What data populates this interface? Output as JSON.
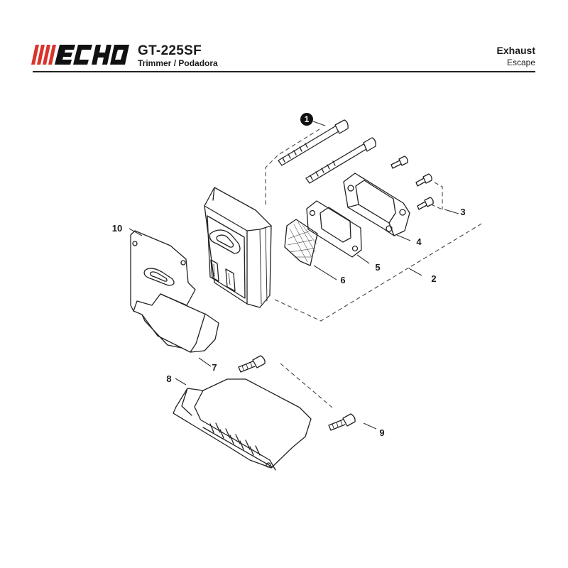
{
  "brand": {
    "name": "ECHO",
    "color": "#d9342b"
  },
  "header": {
    "model": "GT-225SF",
    "subtitle": "Trimmer / Podadora",
    "section": "Exhaust",
    "section_es": "Escape"
  },
  "callouts": {
    "c1": "1",
    "c2": "2",
    "c3": "3",
    "c4": "4",
    "c5": "5",
    "c6": "6",
    "c7": "7",
    "c8": "8",
    "c9": "9",
    "c10": "10"
  }
}
